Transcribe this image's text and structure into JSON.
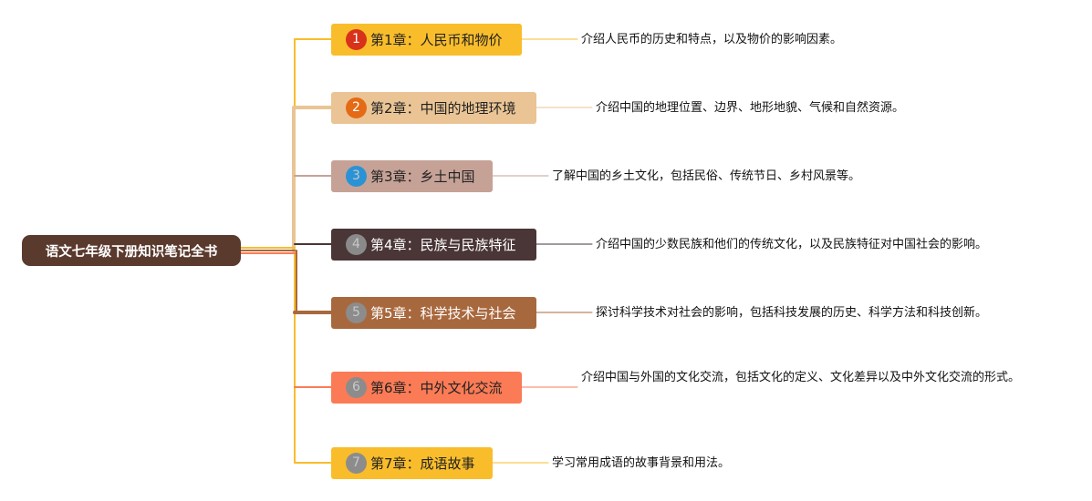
{
  "root": {
    "label": "语文七年级下册知识笔记全书"
  },
  "chapters": [
    {
      "num": "1",
      "label": "第1章：人民币和物价",
      "desc": "介绍人民币的历史和特点，以及物价的影响因素。",
      "node_color": "#f9bd2b",
      "line_color": "#f9bd2b",
      "badge_color": "#d8321a",
      "text_color": "#222222"
    },
    {
      "num": "2",
      "label": "第2章：中国的地理环境",
      "desc": "介绍中国的地理位置、边界、地形地貌、气候和自然资源。",
      "node_color": "#eac494",
      "line_color": "#eac494",
      "badge_color": "#e56a16",
      "text_color": "#222222"
    },
    {
      "num": "3",
      "label": "第3章：乡土中国",
      "desc": "了解中国的乡土文化，包括民俗、传统节日、乡村风景等。",
      "node_color": "#c6a296",
      "line_color": "#c6a296",
      "badge_color": "#2a93d5",
      "text_color": "#222222"
    },
    {
      "num": "4",
      "label": "第4章：民族与民族特征",
      "desc": "介绍中国的少数民族和他们的传统文化，以及民族特征对中国社会的影响。",
      "node_color": "#4a3537",
      "line_color": "#4a3537",
      "badge_color": "#8a8a8a",
      "text_color": "#ffffff"
    },
    {
      "num": "5",
      "label": "第5章：科学技术与社会",
      "desc": "探讨科学技术对社会的影响，包括科技发展的历史、科学方法和科技创新。",
      "node_color": "#a8683e",
      "line_color": "#a8683e",
      "badge_color": "#8c8c8c",
      "text_color": "#ffffff"
    },
    {
      "num": "6",
      "label": "第6章：中外文化交流",
      "desc": "介绍中国与外国的文化交流，包括文化的定义、文化差异以及中外文化交流的形式。",
      "node_color": "#fb7b56",
      "line_color": "#fb7b56",
      "badge_color": "#8c8c8c",
      "text_color": "#222222"
    },
    {
      "num": "7",
      "label": "第7章：成语故事",
      "desc": "学习常用成语的故事背景和用法。",
      "node_color": "#f9bd2b",
      "line_color": "#f9bd2b",
      "badge_color": "#8c8c8c",
      "text_color": "#222222"
    }
  ]
}
